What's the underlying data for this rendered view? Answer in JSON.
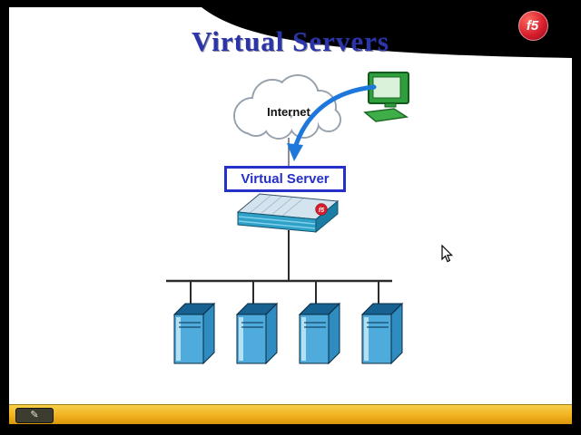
{
  "slide": {
    "title": "Virtual Servers",
    "cloud_label": "Internet",
    "virtual_server_box": "Virtual Server",
    "logo_text": "f5",
    "appliance_badge_text": "f5",
    "server_count": 4
  },
  "icons": {
    "pen": "✎"
  },
  "colors": {
    "title_blue": "#2b35a8",
    "box_blue": "#2430c8",
    "arrow_blue": "#1e78dc",
    "logo_red": "#d41d2c",
    "server_front_blue": "#4fabdc",
    "appliance_teal": "#2fa0c8",
    "bottom_bar_gold": "#f0b01c",
    "slide_background": "#ffffff",
    "frame_background": "#000000"
  }
}
